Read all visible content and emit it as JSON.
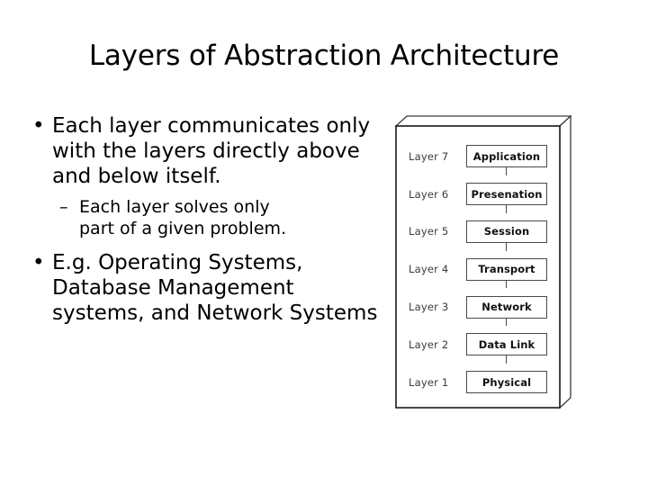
{
  "slide": {
    "title": "Layers of Abstraction Architecture",
    "background_color": "#ffffff",
    "text_color": "#000000"
  },
  "body": {
    "bullets": [
      {
        "level": 1,
        "marker": "•",
        "text": "Each layer communicates only with the layers directly above and below itself."
      },
      {
        "level": 2,
        "marker": "–",
        "text": "Each layer solves only",
        "text_continued": "part of a given problem."
      },
      {
        "level": 1,
        "marker": "•",
        "text": "E.g. Operating Systems, Database Management systems, and Network Systems"
      }
    ]
  },
  "diagram": {
    "name": "osi-seven-layer-stack",
    "style": "3d-extruded-slab",
    "border_color": "#4a4a4a",
    "label_color": "#3b3b3b",
    "box_fill": "#ffffff",
    "layers": [
      {
        "label": "Layer 7",
        "box": "Application"
      },
      {
        "label": "Layer 6",
        "box": "Presenation"
      },
      {
        "label": "Layer 5",
        "box": "Session"
      },
      {
        "label": "Layer 4",
        "box": "Transport"
      },
      {
        "label": "Layer 3",
        "box": "Network"
      },
      {
        "label": "Layer 2",
        "box": "Data Link"
      },
      {
        "label": "Layer 1",
        "box": "Physical"
      }
    ]
  }
}
